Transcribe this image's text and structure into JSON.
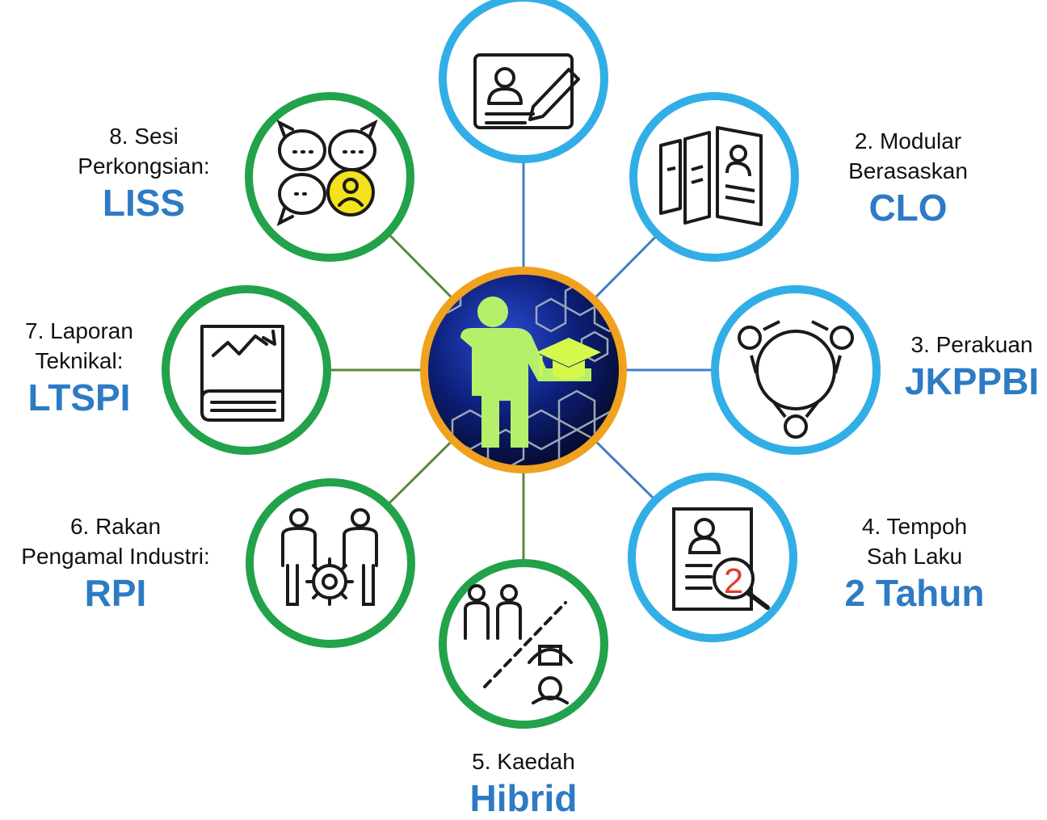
{
  "colors": {
    "center_ring": "#f0a11e",
    "blue_ring": "#32aee6",
    "green_ring": "#22a24a",
    "blue_line": "#3f7fc6",
    "green_line": "#5a8a3a",
    "highlight_text": "#2c7bc4",
    "teacher_figure": "#b6f06a"
  },
  "center": {
    "icon": "teacher-graduation-cap-icon"
  },
  "nodes": [
    {
      "id": "n1",
      "icon": "profile-edit-icon",
      "ring": "blue",
      "line1": "",
      "line2": "",
      "highlight": ""
    },
    {
      "id": "n2",
      "icon": "documents-icon",
      "ring": "blue",
      "line1": "2. Modular",
      "line2": "Berasaskan",
      "highlight": "CLO"
    },
    {
      "id": "n3",
      "icon": "team-circle-icon",
      "ring": "blue",
      "line1": "3. Perakuan",
      "line2": "",
      "highlight": "JKPPBI"
    },
    {
      "id": "n4",
      "icon": "resume-search-icon",
      "ring": "blue",
      "line1": "4. Tempoh",
      "line2": "Sah Laku",
      "highlight": "2 Tahun"
    },
    {
      "id": "n5",
      "icon": "hybrid-meeting-icon",
      "ring": "green",
      "line1": "5. Kaedah",
      "line2": "",
      "highlight": "Hibrid"
    },
    {
      "id": "n6",
      "icon": "industry-partners-gear-icon",
      "ring": "green",
      "line1": "6. Rakan",
      "line2": "Pengamal Industri:",
      "highlight": "RPI"
    },
    {
      "id": "n7",
      "icon": "report-book-chart-icon",
      "ring": "green",
      "line1": "7. Laporan",
      "line2": "Teknikal:",
      "highlight": "LTSPI"
    },
    {
      "id": "n8",
      "icon": "chat-bubbles-user-icon",
      "ring": "green",
      "line1": "8. Sesi",
      "line2": "Perkongsian:",
      "highlight": "LISS"
    }
  ]
}
